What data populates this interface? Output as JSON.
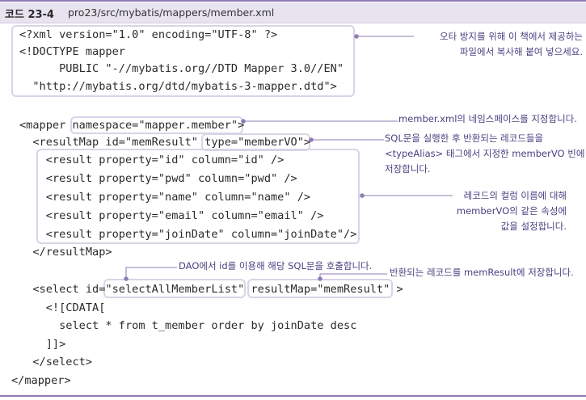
{
  "header": {
    "code_label": "코드 23-4",
    "file_path": "pro23/src/mybatis/mappers/member.xml"
  },
  "code_lines": [
    "<?xml version=\"1.0\" encoding=\"UTF-8\" ?>",
    "<!DOCTYPE mapper",
    "      PUBLIC \"-//mybatis.org//DTD Mapper 3.0//EN\"",
    "  \"http://mybatis.org/dtd/mybatis-3-mapper.dtd\">",
    "<mapper namespace=\"mapper.member\">",
    "  <resultMap id=\"memResult\" type=\"memberVO\">",
    "    <result property=\"id\" column=\"id\" />",
    "    <result property=\"pwd\" column=\"pwd\" />",
    "    <result property=\"name\" column=\"name\" />",
    "    <result property=\"email\" column=\"email\" />",
    "    <result property=\"joinDate\" column=\"joinDate\"/>",
    "  </resultMap>",
    "  <select id=\"selectAllMemberList\" resultMap=\"memResult\" >",
    "    <![CDATA[",
    "      select * from t_member order by joinDate desc",
    "    ]]>",
    "  </select>",
    "</mapper>"
  ],
  "annotations": {
    "copy_note": [
      "오타 방지를 위해 이 책에서 제공하는",
      "파일에서 복사해 붙여 넣으세요."
    ],
    "namespace_note": "member.xml의 네임스페이스를 지정합니다.",
    "type_note": [
      "SQL문을 실행한 후 반환되는 레코드들을",
      "<typeAlias> 태그에서 지정한 memberVO 빈에",
      "저장합니다."
    ],
    "result_note": [
      "레코드의 컬럼 이름에 대해",
      "memberVO의 같은 속성에",
      "값을 설정합니다."
    ],
    "select_id_note": "DAO에서 id를 이용해 해당 SQL문을 호출합니다.",
    "result_map_note": "반환되는 레코드를 memResult에 저장합니다."
  },
  "colors": {
    "accent": "#8e7db3",
    "header_bg": "#e7e3ef",
    "box_border": "#d9d3e6",
    "note_text": "#4d3f80"
  }
}
